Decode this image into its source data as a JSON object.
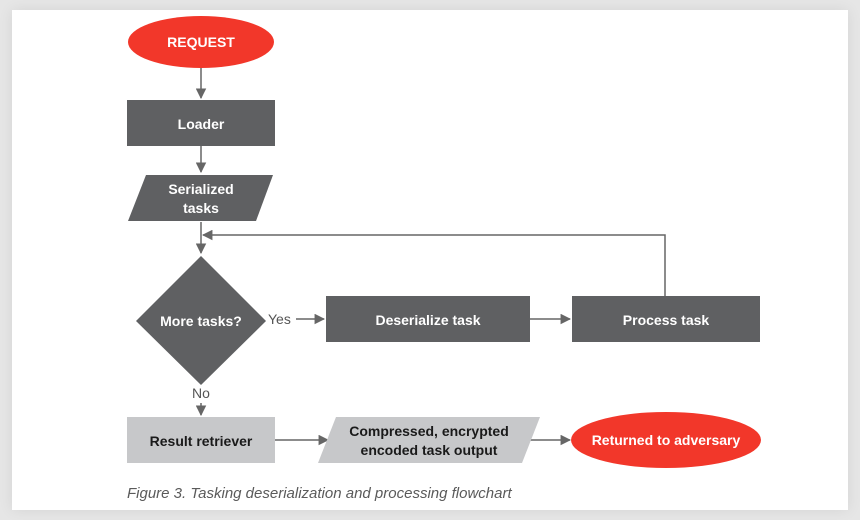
{
  "colors": {
    "start_end": "#f2372a",
    "process": "#5f6062",
    "io": "#5f6062",
    "light_process": "#c7c8ca",
    "light_io": "#c7c8ca",
    "line": "#666666",
    "text_light": "#ffffff",
    "text_dark": "#1a1a1a"
  },
  "nodes": {
    "request": "REQUEST",
    "loader": "Loader",
    "serialized_tasks": [
      "Serialized",
      "tasks"
    ],
    "more_tasks": "More tasks?",
    "deserialize_task": "Deserialize task",
    "process_task": "Process task",
    "result_retriever": "Result retriever",
    "compressed_output": [
      "Compressed, encrypted",
      "encoded task output"
    ],
    "returned": "Returned to adversary"
  },
  "edges": {
    "yes": "Yes",
    "no": "No"
  },
  "caption": "Figure 3. Tasking deserialization and processing flowchart"
}
